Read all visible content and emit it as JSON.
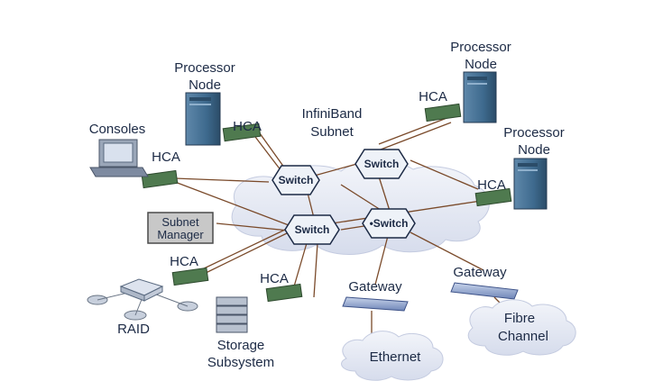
{
  "diagram": {
    "subnet_label_line1": "InfiniBand",
    "subnet_label_line2": "Subnet",
    "switches": [
      "Switch",
      "Switch",
      "Switch",
      "•Switch"
    ],
    "processor_nodes": [
      {
        "line1": "Processor",
        "line2": "Node"
      },
      {
        "line1": "Processor",
        "line2": "Node"
      },
      {
        "line1": "Processor",
        "line2": "Node"
      }
    ],
    "hca_labels": [
      "HCA",
      "HCA",
      "HCA",
      "HCA",
      "HCA",
      "HCA"
    ],
    "consoles_label": "Consoles",
    "subnet_manager": {
      "line1": "Subnet",
      "line2": "Manager"
    },
    "raid_label": "RAID",
    "storage": {
      "line1": "Storage",
      "line2": "Subsystem"
    },
    "gateways": [
      "Gateway",
      "Gateway"
    ],
    "ethernet_label": "Ethernet",
    "fibre_channel": {
      "line1": "Fibre",
      "line2": "Channel"
    },
    "colors": {
      "switch_fill": "#eef2f8",
      "cloud_fill": "#e6eaf4",
      "link_color": "#7a4a2a",
      "server_blue": "#3e6a8e",
      "hca_green": "#4f7a4f"
    }
  }
}
